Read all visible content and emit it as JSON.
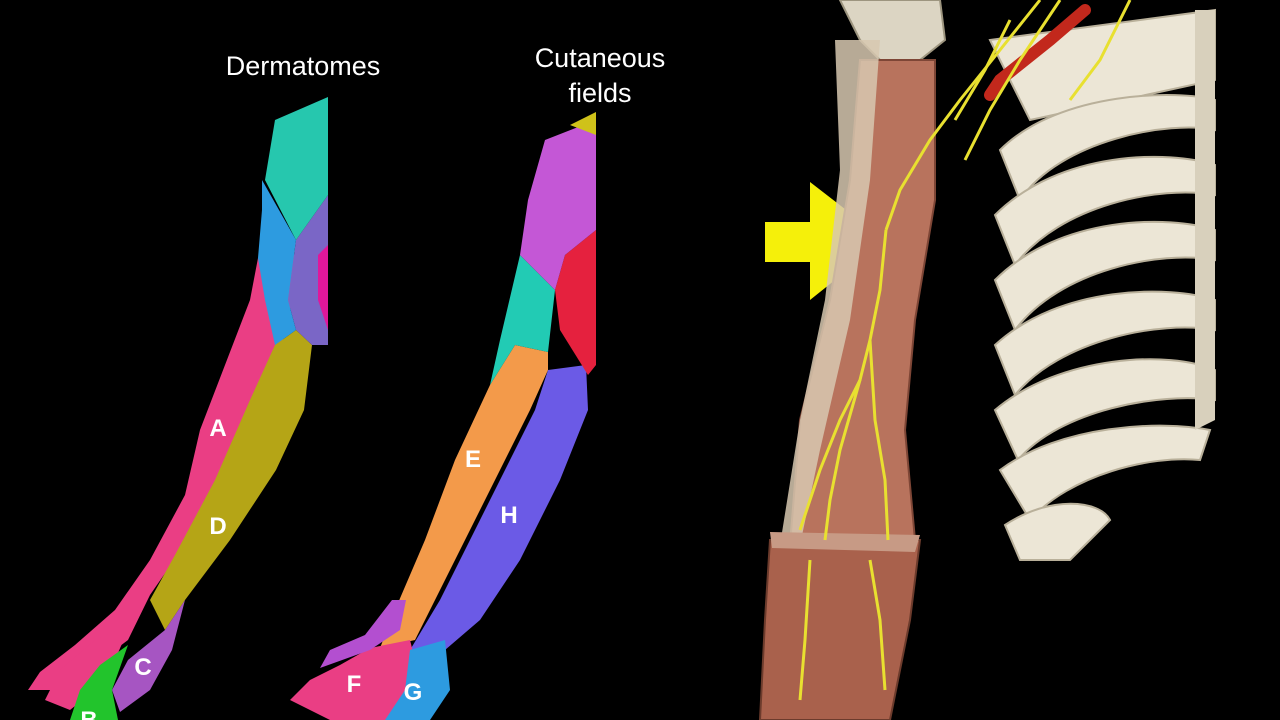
{
  "titles": {
    "dermatomes": "Dermatomes",
    "cutaneous_line1": "Cutaneous",
    "cutaneous_line2": "fields"
  },
  "region_labels": {
    "a": "A",
    "b": "B",
    "c": "C",
    "d": "D",
    "e": "E",
    "f": "F",
    "g": "G",
    "h": "H"
  },
  "colors": {
    "background": "#000000",
    "arrow": "#f5f00a",
    "nerve": "#e8e030",
    "muscle": "#b8735d",
    "bone": "#e8e2d2",
    "artery": "#c2281c"
  }
}
